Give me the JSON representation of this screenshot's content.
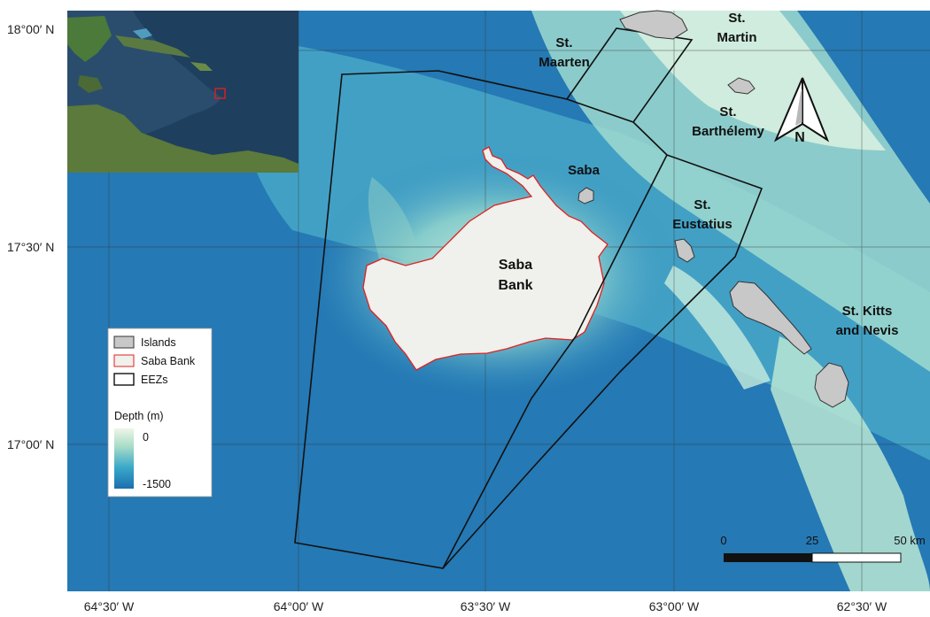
{
  "latitude_labels": [
    "18°00′ N",
    "17°30′ N",
    "17°00′ N"
  ],
  "longitude_labels": [
    "64°30′ W",
    "64°00′ W",
    "63°30′ W",
    "63°00′ W",
    "62°30′ W"
  ],
  "places": {
    "st_martin": [
      "St.",
      "Martin"
    ],
    "st_maarten": [
      "St.",
      "Maarten"
    ],
    "st_barthelemy": [
      "St.",
      "Barthélemy"
    ],
    "saba": "Saba",
    "st_eustatius": [
      "St.",
      "Eustatius"
    ],
    "st_kitts": [
      "St. Kitts",
      "and Nevis"
    ],
    "saba_bank": [
      "Saba",
      "Bank"
    ]
  },
  "north_arrow": {
    "label": "N"
  },
  "legend": {
    "items": [
      {
        "label": "Islands",
        "color": "#c8c8c8",
        "stroke": "#333333"
      },
      {
        "label": "Saba Bank",
        "color": "#f0f0ec",
        "stroke": "#e02020"
      },
      {
        "label": "EEZs",
        "color": "#ffffff",
        "stroke": "#111111"
      }
    ],
    "depth_title": "Depth (m)",
    "depth_max": "0",
    "depth_min": "-1500",
    "depth_colors": [
      "#eef5e8",
      "#a8dcc8",
      "#3aa8c8",
      "#1a6fb0"
    ]
  },
  "scale_bar": {
    "ticks": [
      "0",
      "25",
      "50 km"
    ]
  },
  "colors": {
    "deep_water": "#1e6eaa",
    "shallow_water": "#cfeedd",
    "bank": "#f0f0ec"
  }
}
